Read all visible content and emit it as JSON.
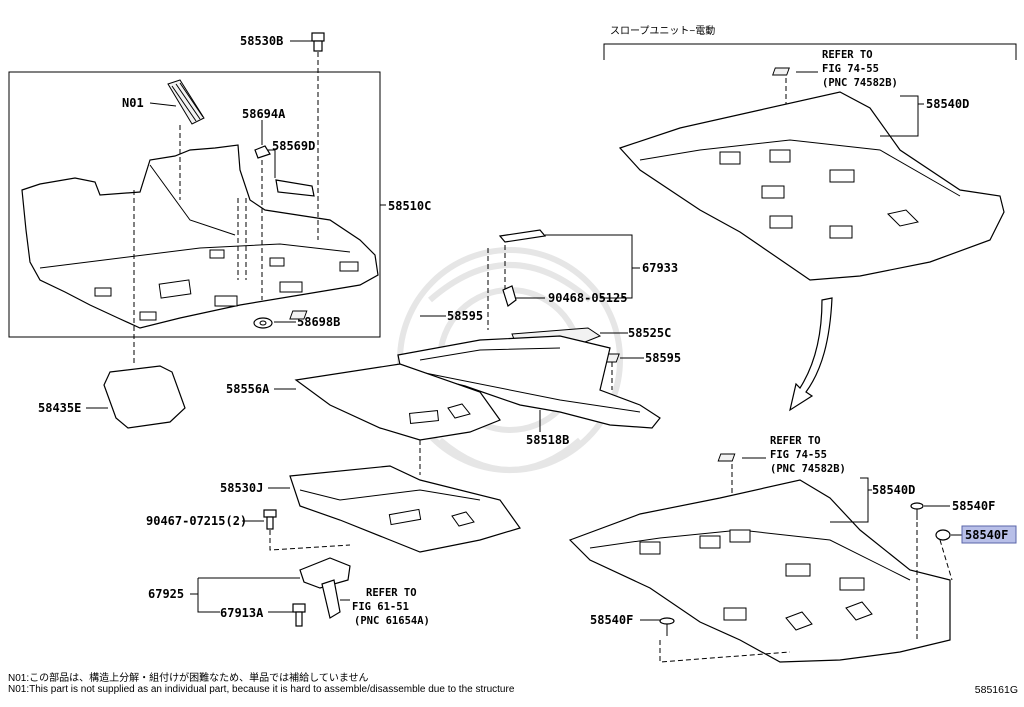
{
  "header_label": "スロープユニット−電動",
  "callouts": {
    "p58530B": "58530B",
    "n01": "N01",
    "p58694A": "58694A",
    "p58569D": "58569D",
    "p58510C": "58510C",
    "p58698B": "58698B",
    "p58435E": "58435E",
    "p67933": "67933",
    "p90468": "90468-05125",
    "p58595a": "58595",
    "p58525C": "58525C",
    "p58595b": "58595",
    "p58556A": "58556A",
    "p58518B": "58518B",
    "p58530J": "58530J",
    "p90467": "90467-07215(2)",
    "p67925": "67925",
    "p67913A": "67913A",
    "p58540D_top": "58540D",
    "p58540D_bot": "58540D",
    "p58540F_a": "58540F",
    "p58540F_b": "58540F",
    "p58540F_c": "58540F"
  },
  "refer_top": {
    "l1": "REFER TO",
    "l2": "FIG 74-55",
    "l3": "(PNC 74582B)"
  },
  "refer_mid": {
    "l1": "REFER TO",
    "l2": "FIG 74-55",
    "l3": "(PNC 74582B)"
  },
  "refer_bot": {
    "l1": "REFER TO",
    "l2": "FIG 61-51",
    "l3": "(PNC 61654A)"
  },
  "notes": {
    "jp": "N01:この部品は、構造上分解・組付けが困難なため、単品では補給していません",
    "en": "N01:This part is not supplied as an individual part, because it is hard to assemble/disassemble due to the structure"
  },
  "figure_id": "585161G",
  "highlight_color": "#b8bfe8"
}
